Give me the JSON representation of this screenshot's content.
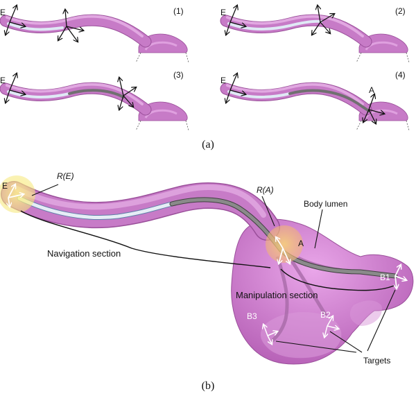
{
  "colors": {
    "tissue": "#c77bc7",
    "tissue_light": "#e3a8e3",
    "tissue_edge": "#9a4f9a",
    "catheter_light": "#e6edf6",
    "catheter_dark": "#606060",
    "highlight": "#f4ea7a",
    "arrow": "#111111",
    "target_arrow": "#ffffff"
  },
  "panels": [
    {
      "number": "(1)",
      "entry_label": "E"
    },
    {
      "number": "(2)",
      "entry_label": "E"
    },
    {
      "number": "(3)",
      "entry_label": "E"
    },
    {
      "number": "(4)",
      "entry_label": "E",
      "point_label": "A"
    }
  ],
  "captions": {
    "top": "(a)",
    "bottom": "(b)"
  },
  "main": {
    "entry_label": "E",
    "entry_frame_label": "R(E)",
    "articulation_frame_label": "R(A)",
    "articulation_label": "A",
    "body_lumen_label": "Body lumen",
    "navigation_label": "Navigation section",
    "manipulation_label": "Manipulation section",
    "targets_label": "Targets",
    "target_labels": [
      "B1",
      "B2",
      "B3"
    ]
  }
}
